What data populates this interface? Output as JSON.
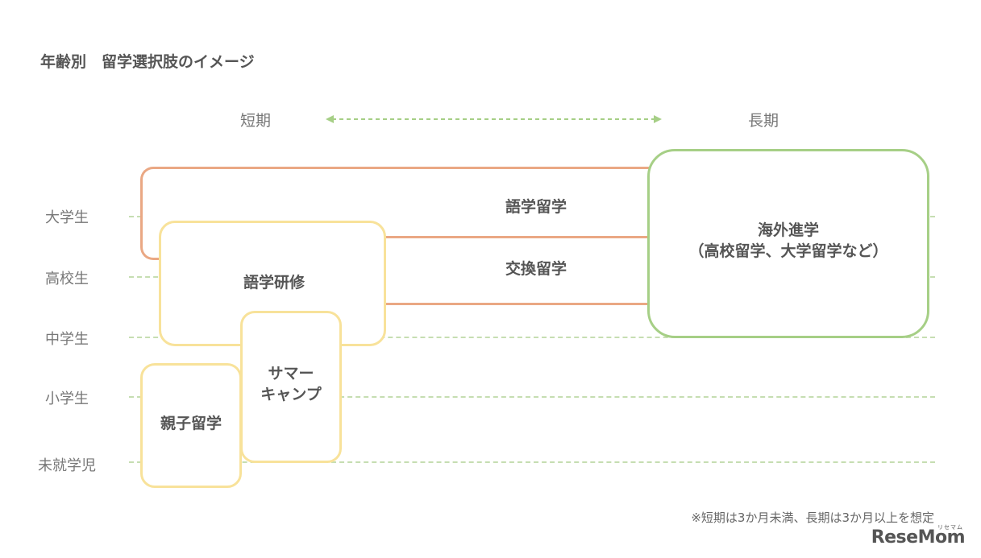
{
  "title": "年齢別　留学選択肢のイメージ",
  "duration_axis": {
    "short_label": "短期",
    "long_label": "長期"
  },
  "age_rows": [
    "大学生",
    "高校生",
    "中学生",
    "小学生",
    "未就学児"
  ],
  "programs": {
    "language_study": "語学留学",
    "exchange_study": "交換留学",
    "overseas_admission": {
      "line1": "海外進学",
      "line2": "（高校留学、大学留学など）"
    },
    "language_training": "語学研修",
    "summer_camp": {
      "line1": "サマー",
      "line2": "キャンプ"
    },
    "parent_child_study": "親子留学"
  },
  "colors": {
    "orange": "#eaa884",
    "yellow": "#f8e29a",
    "green": "#a6cf86",
    "dashed_green": "#c6deb2"
  },
  "footnote": "※短期は3か月未満、長期は3か月以上を想定",
  "logo": {
    "text": "ReseMom",
    "sub": "リセマム"
  }
}
